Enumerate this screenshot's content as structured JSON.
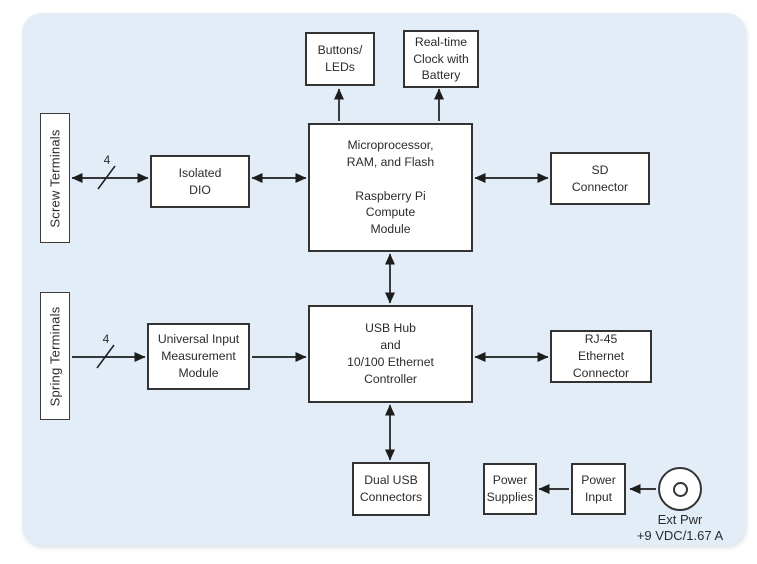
{
  "colors": {
    "panel_bg": "#e2edf7",
    "box_fill": "#ffffff",
    "box_border": "#333333",
    "wire": "#1d1d1d",
    "text": "#2b2b2b"
  },
  "nodes": {
    "buttons_leds": {
      "label": "Buttons/\nLEDs"
    },
    "rtc": {
      "label": "Real-time\nClock with\nBattery"
    },
    "screw_terminals": {
      "label": "Screw Terminals"
    },
    "isolated_dio": {
      "label": "Isolated\nDIO"
    },
    "cpu": {
      "label": "Microprocessor,\nRAM, and Flash\n\nRaspberry Pi\nCompute\nModule"
    },
    "sd_connector": {
      "label": "SD\nConnector"
    },
    "spring_terminals": {
      "label": "Spring Terminals"
    },
    "universal_input": {
      "label": "Universal Input\nMeasurement\nModule"
    },
    "usb_hub": {
      "label": "USB Hub\nand\n10/100 Ethernet\nController"
    },
    "rj45": {
      "label": "RJ-45\nEthernet\nConnector"
    },
    "dual_usb": {
      "label": "Dual USB\nConnectors"
    },
    "power_supplies": {
      "label": "Power\nSupplies"
    },
    "power_input": {
      "label": "Power\nInput"
    }
  },
  "bus": {
    "screw_dio_width": "4",
    "spring_uim_width": "4"
  },
  "power_connector": {
    "line1": "Ext Pwr",
    "line2": "+9 VDC/1.67 A"
  },
  "connections": [
    {
      "from": "screw_terminals",
      "to": "isolated_dio",
      "direction": "bidirectional",
      "bus_width": "4"
    },
    {
      "from": "isolated_dio",
      "to": "cpu",
      "direction": "bidirectional"
    },
    {
      "from": "cpu",
      "to": "buttons_leds",
      "direction": "to"
    },
    {
      "from": "cpu",
      "to": "rtc",
      "direction": "to"
    },
    {
      "from": "cpu",
      "to": "sd_connector",
      "direction": "bidirectional"
    },
    {
      "from": "cpu",
      "to": "usb_hub",
      "direction": "bidirectional"
    },
    {
      "from": "spring_terminals",
      "to": "universal_input",
      "direction": "to",
      "bus_width": "4"
    },
    {
      "from": "universal_input",
      "to": "usb_hub",
      "direction": "to"
    },
    {
      "from": "usb_hub",
      "to": "rj45",
      "direction": "bidirectional"
    },
    {
      "from": "usb_hub",
      "to": "dual_usb",
      "direction": "bidirectional"
    },
    {
      "from": "ext_pwr",
      "to": "power_input",
      "direction": "to"
    },
    {
      "from": "power_input",
      "to": "power_supplies",
      "direction": "to"
    }
  ]
}
